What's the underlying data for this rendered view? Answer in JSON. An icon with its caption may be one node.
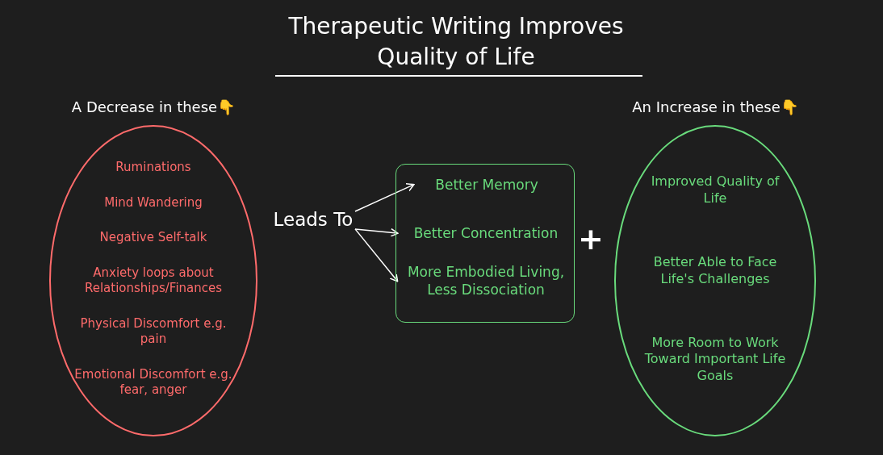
{
  "diagram": {
    "title": "Therapeutic Writing Improves Quality of Life",
    "nodes": [
      {
        "text": [
          "A Decrease in these👇",
          "Ruminations",
          "Mind Wandering",
          "Negative Self-talk",
          "Anxiety loops about Relationships/Finances",
          "Physical Discomfort e.g. pain",
          "Emotional Discomfort e.g. fear, anger"
        ]
      },
      {
        "text": [
          "Leads To"
        ]
      },
      {
        "text": [],
        "shape": "box"
      },
      {
        "text": [
          "Better Memory"
        ],
        "in": 2
      },
      {
        "text": [
          "Better Concentration"
        ],
        "in": 2
      },
      {
        "text": [
          "More Embodied Living, Less Dissociation"
        ],
        "in": 2
      },
      {
        "text": [
          "An Increase in these👇",
          "Improved Quality of Life",
          "Better Able to Face Life's Challenges",
          "More Room to Work Toward Important Life Goals"
        ]
      }
    ],
    "edges": [
      {
        "from": 1,
        "to": 3,
        "arrow": "to"
      },
      {
        "from": 1,
        "to": 4,
        "arrow": "to"
      },
      {
        "from": 1,
        "to": 5,
        "arrow": "to"
      }
    ],
    "labels": [
      "+"
    ]
  }
}
